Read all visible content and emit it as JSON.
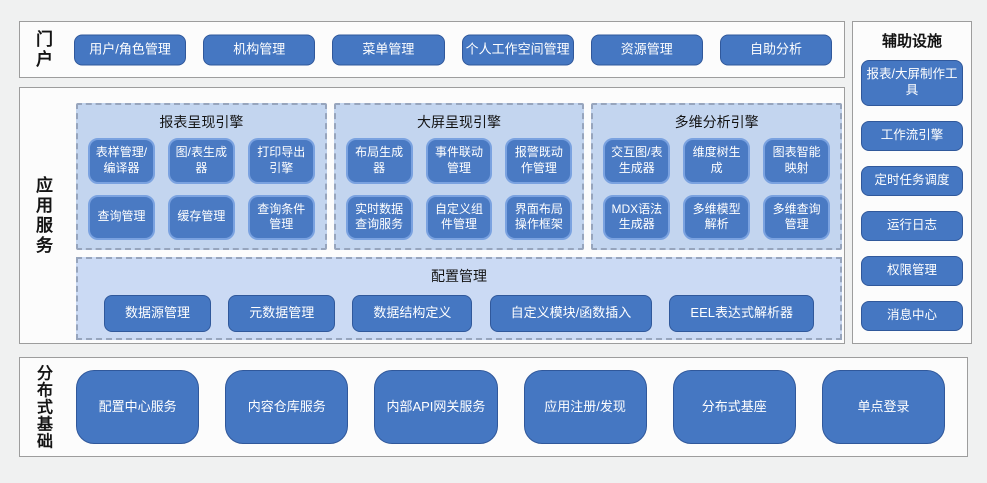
{
  "portal": {
    "label": "门户",
    "buttons": [
      "用户/角色管理",
      "机构管理",
      "菜单管理",
      "个人工作空间管理",
      "资源管理",
      "自助分析"
    ]
  },
  "app_services": {
    "label": "应用服务",
    "engines": [
      {
        "title": "报表呈现引擎",
        "modules": [
          "表样管理/编译器",
          "图/表生成器",
          "打印导出引擎",
          "查询管理",
          "缓存管理",
          "查询条件管理"
        ]
      },
      {
        "title": "大屏呈现引擎",
        "modules": [
          "布局生成器",
          "事件联动管理",
          "报警既动作管理",
          "实时数据查询服务",
          "自定义组件管理",
          "界面布局操作框架"
        ]
      },
      {
        "title": "多维分析引擎",
        "modules": [
          "交互图/表生成器",
          "维度树生成",
          "图表智能映射",
          "MDX语法生成器",
          "多维模型解析",
          "多维查询管理"
        ]
      }
    ],
    "config": {
      "title": "配置管理",
      "modules": [
        "数据源管理",
        "元数据管理",
        "数据结构定义",
        "自定义模块/函数插入",
        "EEL表达式解析器"
      ]
    }
  },
  "auxiliary": {
    "label": "辅助设施",
    "buttons": [
      "报表/大屏制作工具",
      "工作流引擎",
      "定时任务调度",
      "运行日志",
      "权限管理",
      "消息中心"
    ]
  },
  "foundation": {
    "label": "分布式基础",
    "buttons": [
      "配置中心服务",
      "内容仓库服务",
      "内部API网关服务",
      "应用注册/发现",
      "分布式基座",
      "单点登录"
    ]
  },
  "colors": {
    "button_blue": "#4577c2",
    "button_border": "#30589b",
    "module_blue": "#4a7ac3",
    "module_border": "#7aa2e0",
    "engine_panel": "#c3d5ef",
    "config_panel": "#cbdaf4",
    "section_border": "#9d9d9d",
    "page_background": "#f0f1f1"
  }
}
